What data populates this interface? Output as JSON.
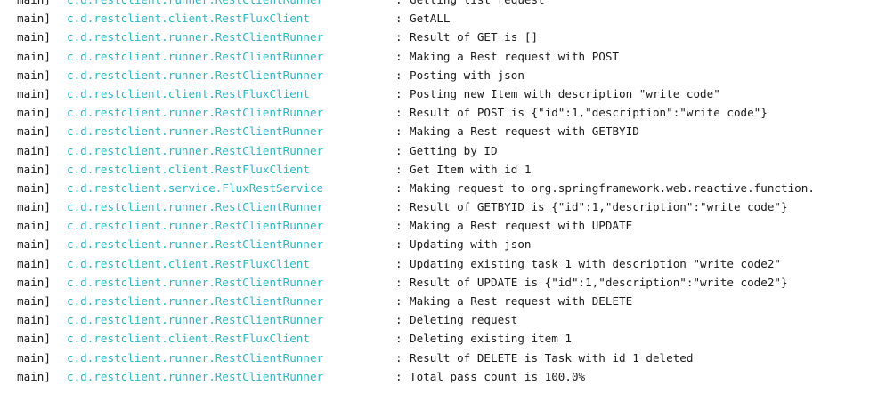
{
  "console": {
    "separator": ":",
    "lines": [
      {
        "thread": "main]",
        "logger": "c.d.restclient.runner.RestClientRunner",
        "message": "Getting list request"
      },
      {
        "thread": "main]",
        "logger": "c.d.restclient.client.RestFluxClient",
        "message": "GetALL"
      },
      {
        "thread": "main]",
        "logger": "c.d.restclient.runner.RestClientRunner",
        "message": "Result of GET is []"
      },
      {
        "thread": "main]",
        "logger": "c.d.restclient.runner.RestClientRunner",
        "message": "Making a Rest request with POST"
      },
      {
        "thread": "main]",
        "logger": "c.d.restclient.runner.RestClientRunner",
        "message": "Posting with json"
      },
      {
        "thread": "main]",
        "logger": "c.d.restclient.client.RestFluxClient",
        "message": "Posting new Item with description \"write code\""
      },
      {
        "thread": "main]",
        "logger": "c.d.restclient.runner.RestClientRunner",
        "message": "Result of POST is {\"id\":1,\"description\":\"write code\"}"
      },
      {
        "thread": "main]",
        "logger": "c.d.restclient.runner.RestClientRunner",
        "message": "Making a Rest request with GETBYID"
      },
      {
        "thread": "main]",
        "logger": "c.d.restclient.runner.RestClientRunner",
        "message": "Getting by ID"
      },
      {
        "thread": "main]",
        "logger": "c.d.restclient.client.RestFluxClient",
        "message": "Get Item with id 1"
      },
      {
        "thread": "main]",
        "logger": "c.d.restclient.service.FluxRestService",
        "message": "Making request to org.springframework.web.reactive.function."
      },
      {
        "thread": "main]",
        "logger": "c.d.restclient.runner.RestClientRunner",
        "message": "Result of GETBYID is {\"id\":1,\"description\":\"write code\"}"
      },
      {
        "thread": "main]",
        "logger": "c.d.restclient.runner.RestClientRunner",
        "message": "Making a Rest request with UPDATE"
      },
      {
        "thread": "main]",
        "logger": "c.d.restclient.runner.RestClientRunner",
        "message": "Updating with json"
      },
      {
        "thread": "main]",
        "logger": "c.d.restclient.client.RestFluxClient",
        "message": "Updating existing task 1 with description \"write code2\""
      },
      {
        "thread": "main]",
        "logger": "c.d.restclient.runner.RestClientRunner",
        "message": "Result of UPDATE is {\"id\":1,\"description\":\"write code2\"}"
      },
      {
        "thread": "main]",
        "logger": "c.d.restclient.runner.RestClientRunner",
        "message": "Making a Rest request with DELETE"
      },
      {
        "thread": "main]",
        "logger": "c.d.restclient.runner.RestClientRunner",
        "message": "Deleting request"
      },
      {
        "thread": "main]",
        "logger": "c.d.restclient.client.RestFluxClient",
        "message": "Deleting existing item 1"
      },
      {
        "thread": "main]",
        "logger": "c.d.restclient.runner.RestClientRunner",
        "message": "Result of DELETE is Task with id 1 deleted"
      },
      {
        "thread": "main]",
        "logger": "c.d.restclient.runner.RestClientRunner",
        "message": "Total pass count is 100.0%"
      }
    ]
  }
}
